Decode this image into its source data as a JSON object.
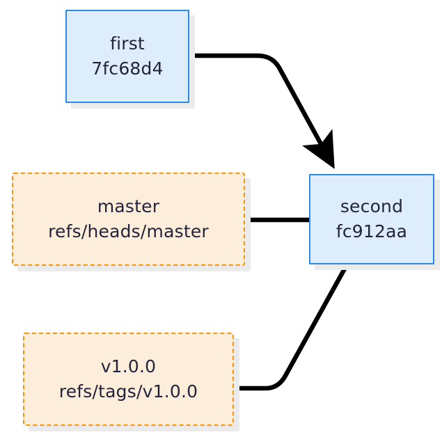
{
  "diagram": {
    "type": "git-object-graph",
    "background_color": "#ffffff",
    "commit_node_fill": "#ddedfb",
    "commit_node_border": "#2b8ae8",
    "ref_node_fill": "#fdeedc",
    "ref_node_border": "#f5930b",
    "edge_color": "#000000",
    "text_color": "#23233b",
    "nodes": [
      {
        "id": "first",
        "kind": "commit",
        "title": "first",
        "subtitle": "7fc68d4"
      },
      {
        "id": "second",
        "kind": "commit",
        "title": "second",
        "subtitle": "fc912aa"
      },
      {
        "id": "master",
        "kind": "ref",
        "title": "master",
        "subtitle": "refs/heads/master"
      },
      {
        "id": "tag",
        "kind": "ref",
        "title": "v1.0.0",
        "subtitle": "refs/tags/v1.0.0"
      }
    ],
    "edges": [
      {
        "id": "first-to-second",
        "from": "first",
        "to": "second",
        "arrowhead": true
      },
      {
        "id": "master-to-second",
        "from": "master",
        "to": "second",
        "arrowhead": false
      },
      {
        "id": "tag-to-second",
        "from": "tag",
        "to": "second",
        "arrowhead": false
      }
    ]
  }
}
